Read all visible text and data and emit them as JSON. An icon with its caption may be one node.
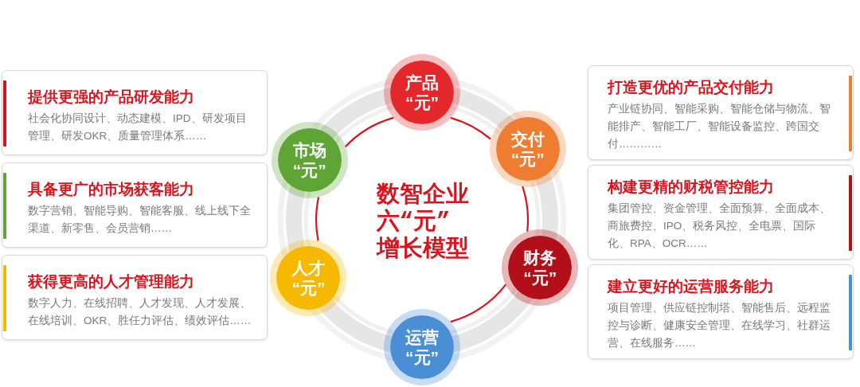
{
  "diagram": {
    "title": "数智企业六“元”增长模型",
    "nodes": [
      {
        "text": [
          "提供更强的产品研发能力",
          "社会化协同设计、动态建模、IPD、研发项目管理、研发OKR、质量管理体系……"
        ]
      },
      {
        "text": [
          "具备更广的市场获客能力",
          "数字营销、智能导购、智能客服、线上线下全渠道、新零售、会员营销……"
        ]
      },
      {
        "text": [
          "获得更高的人才管理能力",
          "数字人力、在线招聘、人才发现、人才发展、在线培训、OKR、胜任力评估、绩效评估……"
        ]
      },
      {
        "text": [
          "产品“元”"
        ]
      },
      {
        "text": [
          "交付“元”"
        ]
      },
      {
        "text": [
          "财务“元”"
        ]
      },
      {
        "text": [
          "运营“元”"
        ]
      },
      {
        "text": [
          "人才“元”"
        ]
      },
      {
        "text": [
          "市场“元”"
        ]
      },
      {
        "text": [
          "打造更优的产品交付能力",
          "产业链协同、智能采购、智能仓储与物流、智能排产、智能工厂、智能设备监控、跨国交付…………"
        ]
      },
      {
        "text": [
          "构建更精的财税管控能力",
          "集团管控、资金管理、全面预算、全面成本、商旅费控、IPO、税务风控、全电票、国际化、RPA、OCR……"
        ]
      },
      {
        "text": [
          "建立更好的运营服务能力",
          "项目管理、供应链控制塔、智能售后、远程监控与诊断、健康安全管理、在线学习、社群运营、在线服务……"
        ]
      }
    ],
    "edges": [
      {
        "from": 8,
        "to": 3,
        "arrow": "none"
      },
      {
        "from": 3,
        "to": 4,
        "arrow": "none"
      },
      {
        "from": 4,
        "to": 5,
        "arrow": "none"
      },
      {
        "from": 5,
        "to": 6,
        "arrow": "none"
      },
      {
        "from": 8,
        "to": 7,
        "arrow": "none"
      }
    ]
  }
}
